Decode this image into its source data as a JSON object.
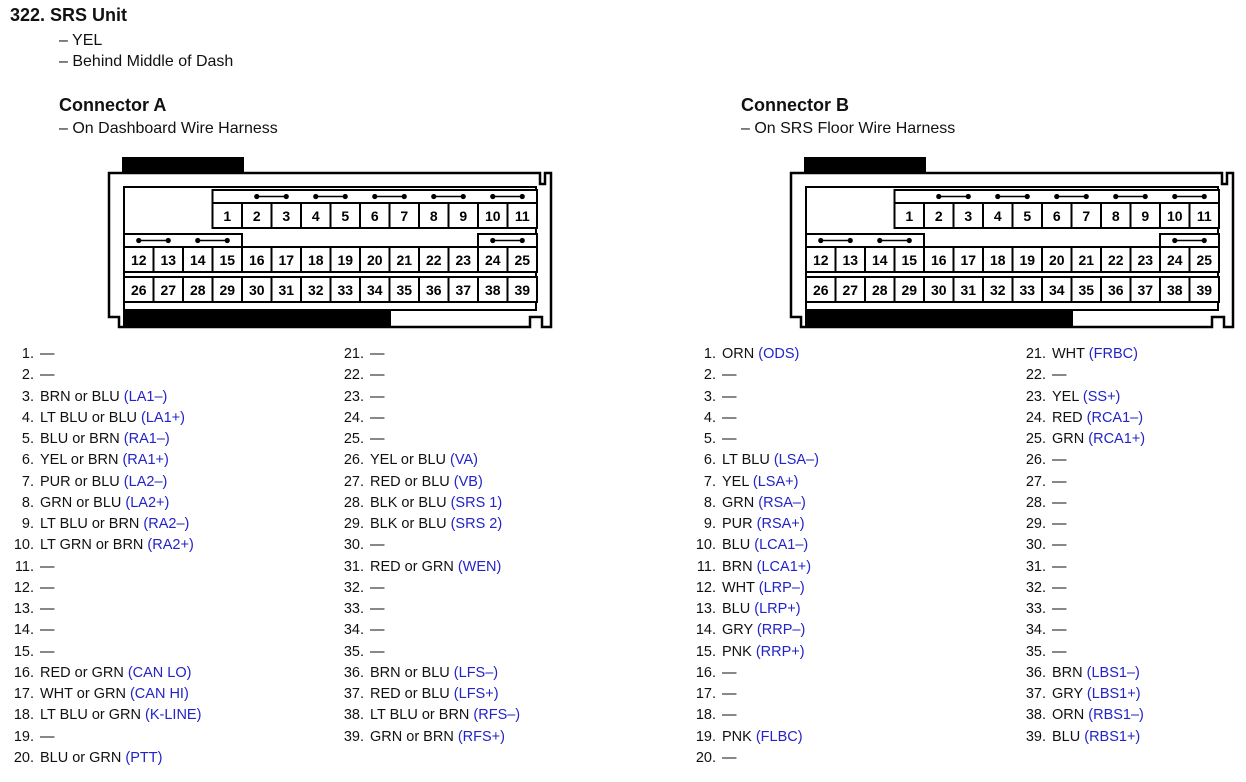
{
  "header": {
    "title": "322.  SRS Unit",
    "color_note": "– YEL",
    "location_note": "– Behind Middle of Dash"
  },
  "connector_a": {
    "title": "Connector A",
    "location": "– On Dashboard Wire Harness",
    "row1": [
      "1",
      "2",
      "3",
      "4",
      "5",
      "6",
      "7",
      "8",
      "9",
      "10",
      "11"
    ],
    "row2": [
      "12",
      "13",
      "14",
      "15",
      "16",
      "17",
      "18",
      "19",
      "20",
      "21",
      "22",
      "23",
      "24",
      "25"
    ],
    "row3": [
      "26",
      "27",
      "28",
      "29",
      "30",
      "31",
      "32",
      "33",
      "34",
      "35",
      "36",
      "37",
      "38",
      "39"
    ],
    "pins_col1": [
      {
        "n": "1.",
        "w": "—",
        "c": ""
      },
      {
        "n": "2.",
        "w": "—",
        "c": ""
      },
      {
        "n": "3.",
        "w": "BRN or BLU",
        "c": "(LA1–)"
      },
      {
        "n": "4.",
        "w": "LT BLU or BLU",
        "c": "(LA1+)"
      },
      {
        "n": "5.",
        "w": "BLU or BRN",
        "c": "(RA1–)"
      },
      {
        "n": "6.",
        "w": "YEL or BRN",
        "c": "(RA1+)"
      },
      {
        "n": "7.",
        "w": "PUR or BLU",
        "c": "(LA2–)"
      },
      {
        "n": "8.",
        "w": "GRN or BLU",
        "c": "(LA2+)"
      },
      {
        "n": "9.",
        "w": "LT BLU or BRN",
        "c": "(RA2–)"
      },
      {
        "n": "10.",
        "w": "LT GRN or BRN",
        "c": "(RA2+)"
      },
      {
        "n": "11.",
        "w": "—",
        "c": ""
      },
      {
        "n": "12.",
        "w": "—",
        "c": ""
      },
      {
        "n": "13.",
        "w": "—",
        "c": ""
      },
      {
        "n": "14.",
        "w": "—",
        "c": ""
      },
      {
        "n": "15.",
        "w": "—",
        "c": ""
      },
      {
        "n": "16.",
        "w": "RED or GRN",
        "c": "(CAN LO)"
      },
      {
        "n": "17.",
        "w": "WHT or GRN",
        "c": "(CAN HI)"
      },
      {
        "n": "18.",
        "w": "LT BLU or GRN",
        "c": "(K-LINE)"
      },
      {
        "n": "19.",
        "w": "—",
        "c": ""
      },
      {
        "n": "20.",
        "w": "BLU or GRN",
        "c": "(PTT)"
      }
    ],
    "pins_col2": [
      {
        "n": "21.",
        "w": "—",
        "c": ""
      },
      {
        "n": "22.",
        "w": "—",
        "c": ""
      },
      {
        "n": "23.",
        "w": "—",
        "c": ""
      },
      {
        "n": "24.",
        "w": "—",
        "c": ""
      },
      {
        "n": "25.",
        "w": "—",
        "c": ""
      },
      {
        "n": "26.",
        "w": "YEL or BLU",
        "c": "(VA)"
      },
      {
        "n": "27.",
        "w": "RED or BLU",
        "c": "(VB)"
      },
      {
        "n": "28.",
        "w": "BLK or BLU",
        "c": "(SRS 1)"
      },
      {
        "n": "29.",
        "w": "BLK or BLU",
        "c": "(SRS 2)"
      },
      {
        "n": "30.",
        "w": "—",
        "c": ""
      },
      {
        "n": "31.",
        "w": "RED or GRN",
        "c": "(WEN)"
      },
      {
        "n": "32.",
        "w": "—",
        "c": ""
      },
      {
        "n": "33.",
        "w": "—",
        "c": ""
      },
      {
        "n": "34.",
        "w": "—",
        "c": ""
      },
      {
        "n": "35.",
        "w": "—",
        "c": ""
      },
      {
        "n": "36.",
        "w": "BRN or BLU",
        "c": "(LFS–)"
      },
      {
        "n": "37.",
        "w": "RED or BLU",
        "c": "(LFS+)"
      },
      {
        "n": "38.",
        "w": "LT BLU or BRN",
        "c": "(RFS–)"
      },
      {
        "n": "39.",
        "w": "GRN or BRN",
        "c": "(RFS+)"
      }
    ]
  },
  "connector_b": {
    "title": "Connector B",
    "location": "– On SRS Floor Wire Harness",
    "row1": [
      "1",
      "2",
      "3",
      "4",
      "5",
      "6",
      "7",
      "8",
      "9",
      "10",
      "11"
    ],
    "row2": [
      "12",
      "13",
      "14",
      "15",
      "16",
      "17",
      "18",
      "19",
      "20",
      "21",
      "22",
      "23",
      "24",
      "25"
    ],
    "row3": [
      "26",
      "27",
      "28",
      "29",
      "30",
      "31",
      "32",
      "33",
      "34",
      "35",
      "36",
      "37",
      "38",
      "39"
    ],
    "pins_col1": [
      {
        "n": "1.",
        "w": "ORN",
        "c": "(ODS)"
      },
      {
        "n": "2.",
        "w": "—",
        "c": ""
      },
      {
        "n": "3.",
        "w": "—",
        "c": ""
      },
      {
        "n": "4.",
        "w": "—",
        "c": ""
      },
      {
        "n": "5.",
        "w": "—",
        "c": ""
      },
      {
        "n": "6.",
        "w": "LT BLU",
        "c": "(LSA–)"
      },
      {
        "n": "7.",
        "w": "YEL",
        "c": "(LSA+)"
      },
      {
        "n": "8.",
        "w": "GRN",
        "c": "(RSA–)"
      },
      {
        "n": "9.",
        "w": "PUR",
        "c": "(RSA+)"
      },
      {
        "n": "10.",
        "w": "BLU",
        "c": "(LCA1–)"
      },
      {
        "n": "11.",
        "w": "BRN",
        "c": "(LCA1+)"
      },
      {
        "n": "12.",
        "w": "WHT",
        "c": "(LRP–)"
      },
      {
        "n": "13.",
        "w": "BLU",
        "c": "(LRP+)"
      },
      {
        "n": "14.",
        "w": "GRY",
        "c": "(RRP–)"
      },
      {
        "n": "15.",
        "w": "PNK",
        "c": "(RRP+)"
      },
      {
        "n": "16.",
        "w": "—",
        "c": ""
      },
      {
        "n": "17.",
        "w": "—",
        "c": ""
      },
      {
        "n": "18.",
        "w": "—",
        "c": ""
      },
      {
        "n": "19.",
        "w": "PNK",
        "c": "(FLBC)"
      },
      {
        "n": "20.",
        "w": "—",
        "c": ""
      }
    ],
    "pins_col2": [
      {
        "n": "21.",
        "w": "WHT",
        "c": "(FRBC)"
      },
      {
        "n": "22.",
        "w": "—",
        "c": ""
      },
      {
        "n": "23.",
        "w": "YEL",
        "c": "(SS+)"
      },
      {
        "n": "24.",
        "w": "RED",
        "c": "(RCA1–)"
      },
      {
        "n": "25.",
        "w": "GRN",
        "c": "(RCA1+)"
      },
      {
        "n": "26.",
        "w": "—",
        "c": ""
      },
      {
        "n": "27.",
        "w": "—",
        "c": ""
      },
      {
        "n": "28.",
        "w": "—",
        "c": ""
      },
      {
        "n": "29.",
        "w": "—",
        "c": ""
      },
      {
        "n": "30.",
        "w": "—",
        "c": ""
      },
      {
        "n": "31.",
        "w": "—",
        "c": ""
      },
      {
        "n": "32.",
        "w": "—",
        "c": ""
      },
      {
        "n": "33.",
        "w": "—",
        "c": ""
      },
      {
        "n": "34.",
        "w": "—",
        "c": ""
      },
      {
        "n": "35.",
        "w": "—",
        "c": ""
      },
      {
        "n": "36.",
        "w": "BRN",
        "c": "(LBS1–)"
      },
      {
        "n": "37.",
        "w": "GRY",
        "c": "(LBS1+)"
      },
      {
        "n": "38.",
        "w": "ORN",
        "c": "(RBS1–)"
      },
      {
        "n": "39.",
        "w": "BLU",
        "c": "(RBS1+)"
      }
    ]
  },
  "colors": {
    "circuit_code": "#2323c8",
    "text": "#111111"
  }
}
